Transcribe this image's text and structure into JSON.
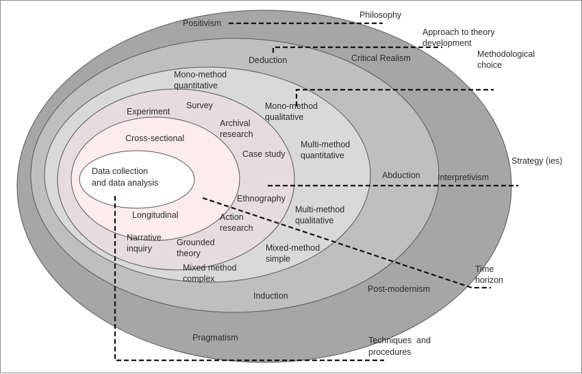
{
  "diagram": {
    "title": "Research onion",
    "colors": {
      "philosophy": "#a6a6a6",
      "approach": "#bfbfbf",
      "methodological_choice": "#d9d9d9",
      "strategy": "#e6dcdf",
      "time_horizon": "#fdeced",
      "techniques": "#ffffff",
      "line": "#111111",
      "text": "#2b2b2b"
    },
    "layers": {
      "philosophy": {
        "title": "Philosophy",
        "items": [
          "Positivism",
          "Critical Realism",
          "Interpretivism",
          "Post-modernism",
          "Pragmatism"
        ]
      },
      "approach": {
        "title_lines": [
          "Approach to theory",
          "development"
        ],
        "items": [
          "Deduction",
          "Abduction",
          "Induction"
        ]
      },
      "methodological_choice": {
        "title_lines": [
          "Methodological",
          "choice"
        ],
        "items": [
          [
            "Mono-method",
            "quantitative"
          ],
          [
            "Mono-method",
            "qualitative"
          ],
          [
            "Multi-method",
            "quantitative"
          ],
          [
            "Multi-method",
            "qualitative"
          ],
          [
            "Mixed-method",
            "simple"
          ],
          [
            "Mixed method",
            "complex"
          ]
        ]
      },
      "strategy": {
        "title": "Strategy (ies)",
        "items": [
          [
            "Experiment"
          ],
          [
            "Survey"
          ],
          [
            "Archival",
            "research"
          ],
          [
            "Case study"
          ],
          [
            "Ethnography"
          ],
          [
            "Action",
            "research"
          ],
          [
            "Grounded",
            "theory"
          ],
          [
            "Narrative",
            "inquiry"
          ]
        ]
      },
      "time_horizon": {
        "title_lines": [
          "Time",
          "horizon"
        ],
        "items": [
          "Cross-sectional",
          "Longitudinal"
        ]
      },
      "techniques": {
        "title_lines": [
          "Techniques  and",
          "procedures"
        ],
        "core_lines": [
          "Data collection",
          "and data analysis"
        ]
      }
    }
  }
}
